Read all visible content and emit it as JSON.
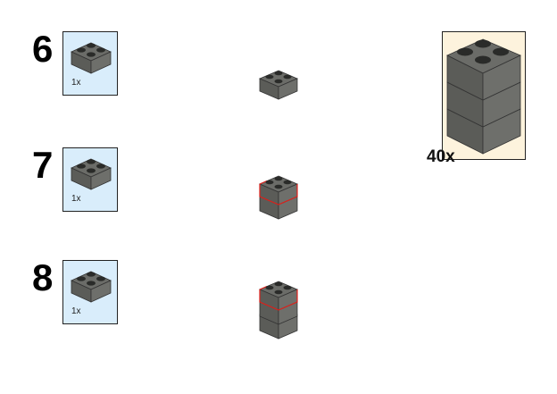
{
  "steps": [
    {
      "number": "6",
      "part_qty": "1x",
      "part": "2x2 brick",
      "model_layers": 1,
      "highlight_top": false
    },
    {
      "number": "7",
      "part_qty": "1x",
      "part": "2x2 brick",
      "model_layers": 2,
      "highlight_top": true
    },
    {
      "number": "8",
      "part_qty": "1x",
      "part": "2x2 brick",
      "model_layers": 3,
      "highlight_top": true
    }
  ],
  "submodel": {
    "qty": "40x",
    "layers": 3
  },
  "colors": {
    "brick_top": "#6b6c68",
    "brick_left": "#5b5c58",
    "brick_right": "#6e6f6b",
    "stud": "#2a2b29",
    "highlight": "#e0201a",
    "pli_bg": "#d9edfb",
    "sub_bg": "#fdf3dd"
  }
}
